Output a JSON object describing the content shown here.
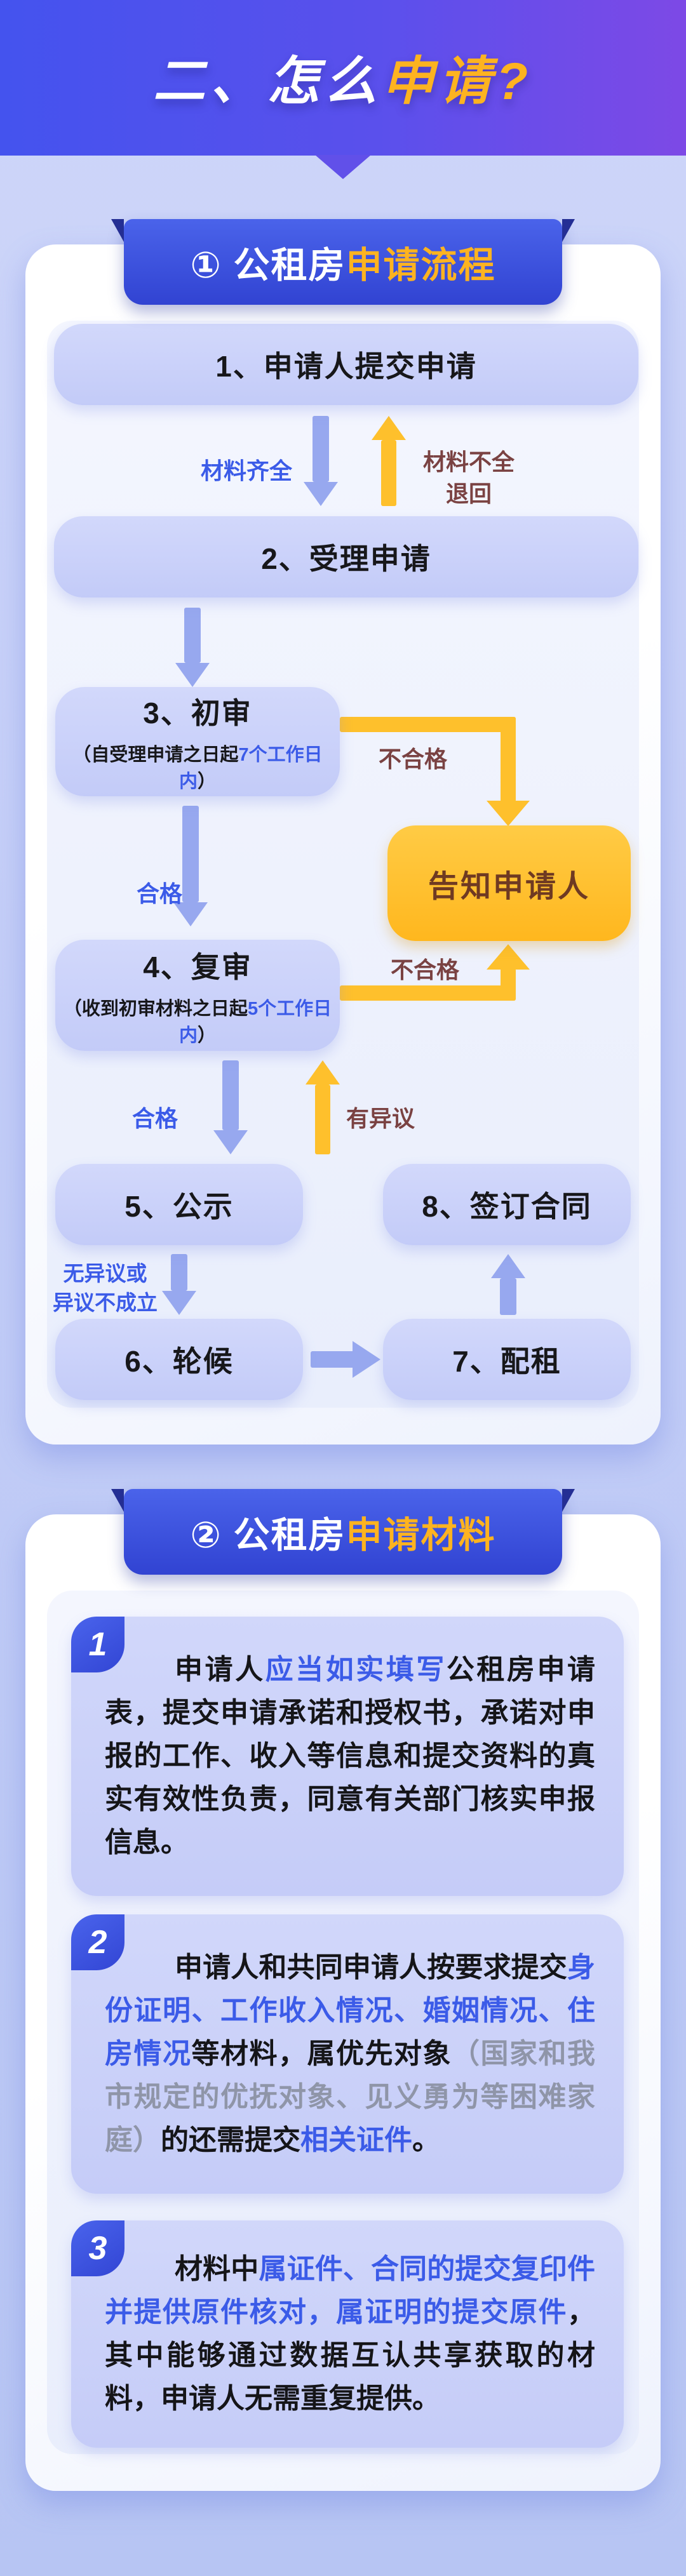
{
  "header": {
    "title_segments": [
      {
        "t": "二、怎么"
      },
      {
        "t": "申请?",
        "c": "yellow"
      }
    ]
  },
  "colors": {
    "header_gradient_left": "#4453ee",
    "header_gradient_right": "#7d49e6",
    "ribbon_blue": "#3a4fdc",
    "accent_yellow": "#ffbb26",
    "box_lavender": "#c9cff7",
    "arrow_blue": "#97a8ef",
    "highlight_blue": "#3b5be8",
    "status_maroon": "#7a4242",
    "notify_text_brown": "#6f3a22"
  },
  "section1": {
    "ribbon_segments": [
      {
        "t": "① 公租房"
      },
      {
        "t": "申请流程",
        "c": "yellow"
      }
    ],
    "boxes": {
      "b1": "1、申请人提交申请",
      "b2": "2、受理申请",
      "b3_title": "3、初审",
      "b3_sub": [
        {
          "t": "（自受理申请之日起"
        },
        {
          "t": "7个工作日内",
          "c": "blue"
        },
        {
          "t": "）"
        }
      ],
      "b4_title": "4、复审",
      "b4_sub": [
        {
          "t": "（收到初审材料之日起"
        },
        {
          "t": "5个工作日内",
          "c": "blue"
        },
        {
          "t": "）"
        }
      ],
      "b5": "5、公示",
      "b6": "6、轮候",
      "b7": "7、配租",
      "b8": "8、签订合同",
      "notify": "告知申请人"
    },
    "labels": {
      "complete": "材料齐全",
      "incomplete": "材料不全\n退回",
      "fail1": "不合格",
      "pass1": "合格",
      "fail2": "不合格",
      "pass2": "合格",
      "objection": "有异议",
      "no_objection": "无异议或\n异议不成立"
    }
  },
  "section2": {
    "ribbon_segments": [
      {
        "t": "② 公租房"
      },
      {
        "t": "申请材料",
        "c": "yellow"
      }
    ],
    "items": [
      {
        "num": "1",
        "segments": [
          {
            "t": "申请人"
          },
          {
            "t": "应当如实填写",
            "c": "blue"
          },
          {
            "t": "公租房申请表，提交申请承诺和授权书，承诺对申报的工作、收入等信息和提交资料的真实有效性负责，同意有关部门核实申报信息。"
          }
        ]
      },
      {
        "num": "2",
        "segments": [
          {
            "t": "申请人和共同申请人按要求提交"
          },
          {
            "t": "身份证明、工作收入情况、婚姻情况、住房情况",
            "c": "blue"
          },
          {
            "t": "等材料，属优先对象"
          },
          {
            "t": "（国家和我市规定的优抚对象、见义勇为等困难家庭）",
            "c": "gray"
          },
          {
            "t": "的还需提交"
          },
          {
            "t": "相关证件",
            "c": "blue"
          },
          {
            "t": "。"
          }
        ]
      },
      {
        "num": "3",
        "segments": [
          {
            "t": "材料中"
          },
          {
            "t": "属证件、合同的提交复印件并提供原件核对，属证明的提交原件",
            "c": "blue"
          },
          {
            "t": "，其中能够通过数据互认共享获取的材料，申请人无需重复提供。"
          }
        ]
      }
    ]
  }
}
